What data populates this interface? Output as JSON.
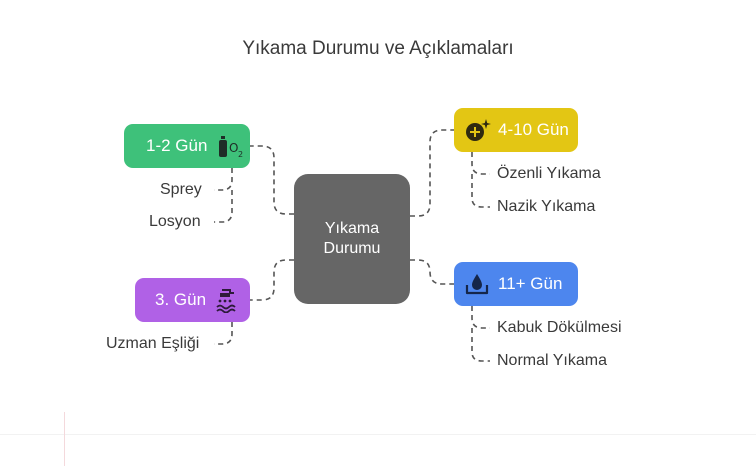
{
  "title": "Yıkama Durumu ve Açıklamaları",
  "center": {
    "line1": "Yıkama",
    "line2": "Durumu"
  },
  "nodes": [
    {
      "label": "1-2 Gün",
      "color": "#3ec17a",
      "icon": "oxygen-tank-icon",
      "subs": [
        "Sprey",
        "Losyon"
      ]
    },
    {
      "label": "3. Gün",
      "color": "#b061e6",
      "icon": "shower-water-icon",
      "subs": [
        "Uzman Eşliği"
      ]
    },
    {
      "label": "4-10 Gün",
      "color": "#e3c614",
      "icon": "plus-sparkle-icon",
      "subs": [
        "Özenli Yıkama",
        "Nazik Yıkama"
      ]
    },
    {
      "label": "11+ Gün",
      "color": "#4d86ee",
      "icon": "water-drop-basin-icon",
      "subs": [
        "Kabuk Dökülmesi",
        "Normal Yıkama"
      ]
    }
  ]
}
